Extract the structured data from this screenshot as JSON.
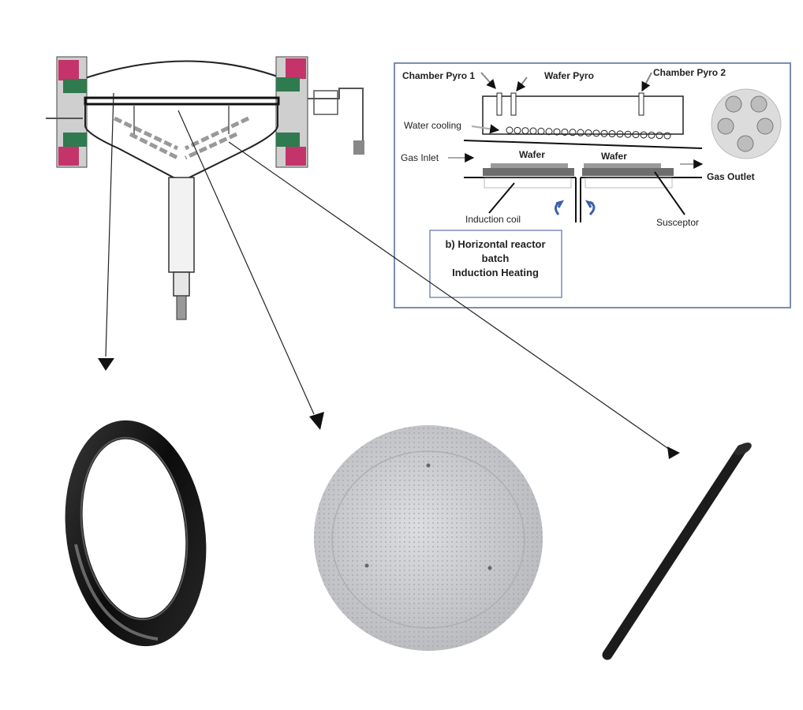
{
  "reactor_diagram": {
    "labels": {
      "chamber_pyro_1": "Chamber Pyro 1",
      "wafer_pyro": "Wafer Pyro",
      "chamber_pyro_2": "Chamber Pyro 2",
      "water_cooling": "Water cooling",
      "gas_inlet": "Gas Inlet",
      "wafer_left": "Wafer",
      "wafer_right": "Wafer",
      "gas_outlet": "Gas Outlet",
      "induction_coil": "Induction coil",
      "susceptor": "Susceptor"
    },
    "caption_lines": [
      "b) Horizontal reactor",
      "batch",
      "Induction Heating"
    ]
  },
  "colors": {
    "frame_blue": "#7b8db5",
    "flange_pink": "#c4346a",
    "flange_green": "#2f7a4e",
    "arrow_blue": "#3a5fb0",
    "ring_dark": "#141414",
    "plate_gray": "#c9cacd",
    "rod_black": "#1c1c1c",
    "arrow_black": "#111111"
  },
  "components": [
    "ring",
    "perforated-plate",
    "rod"
  ]
}
